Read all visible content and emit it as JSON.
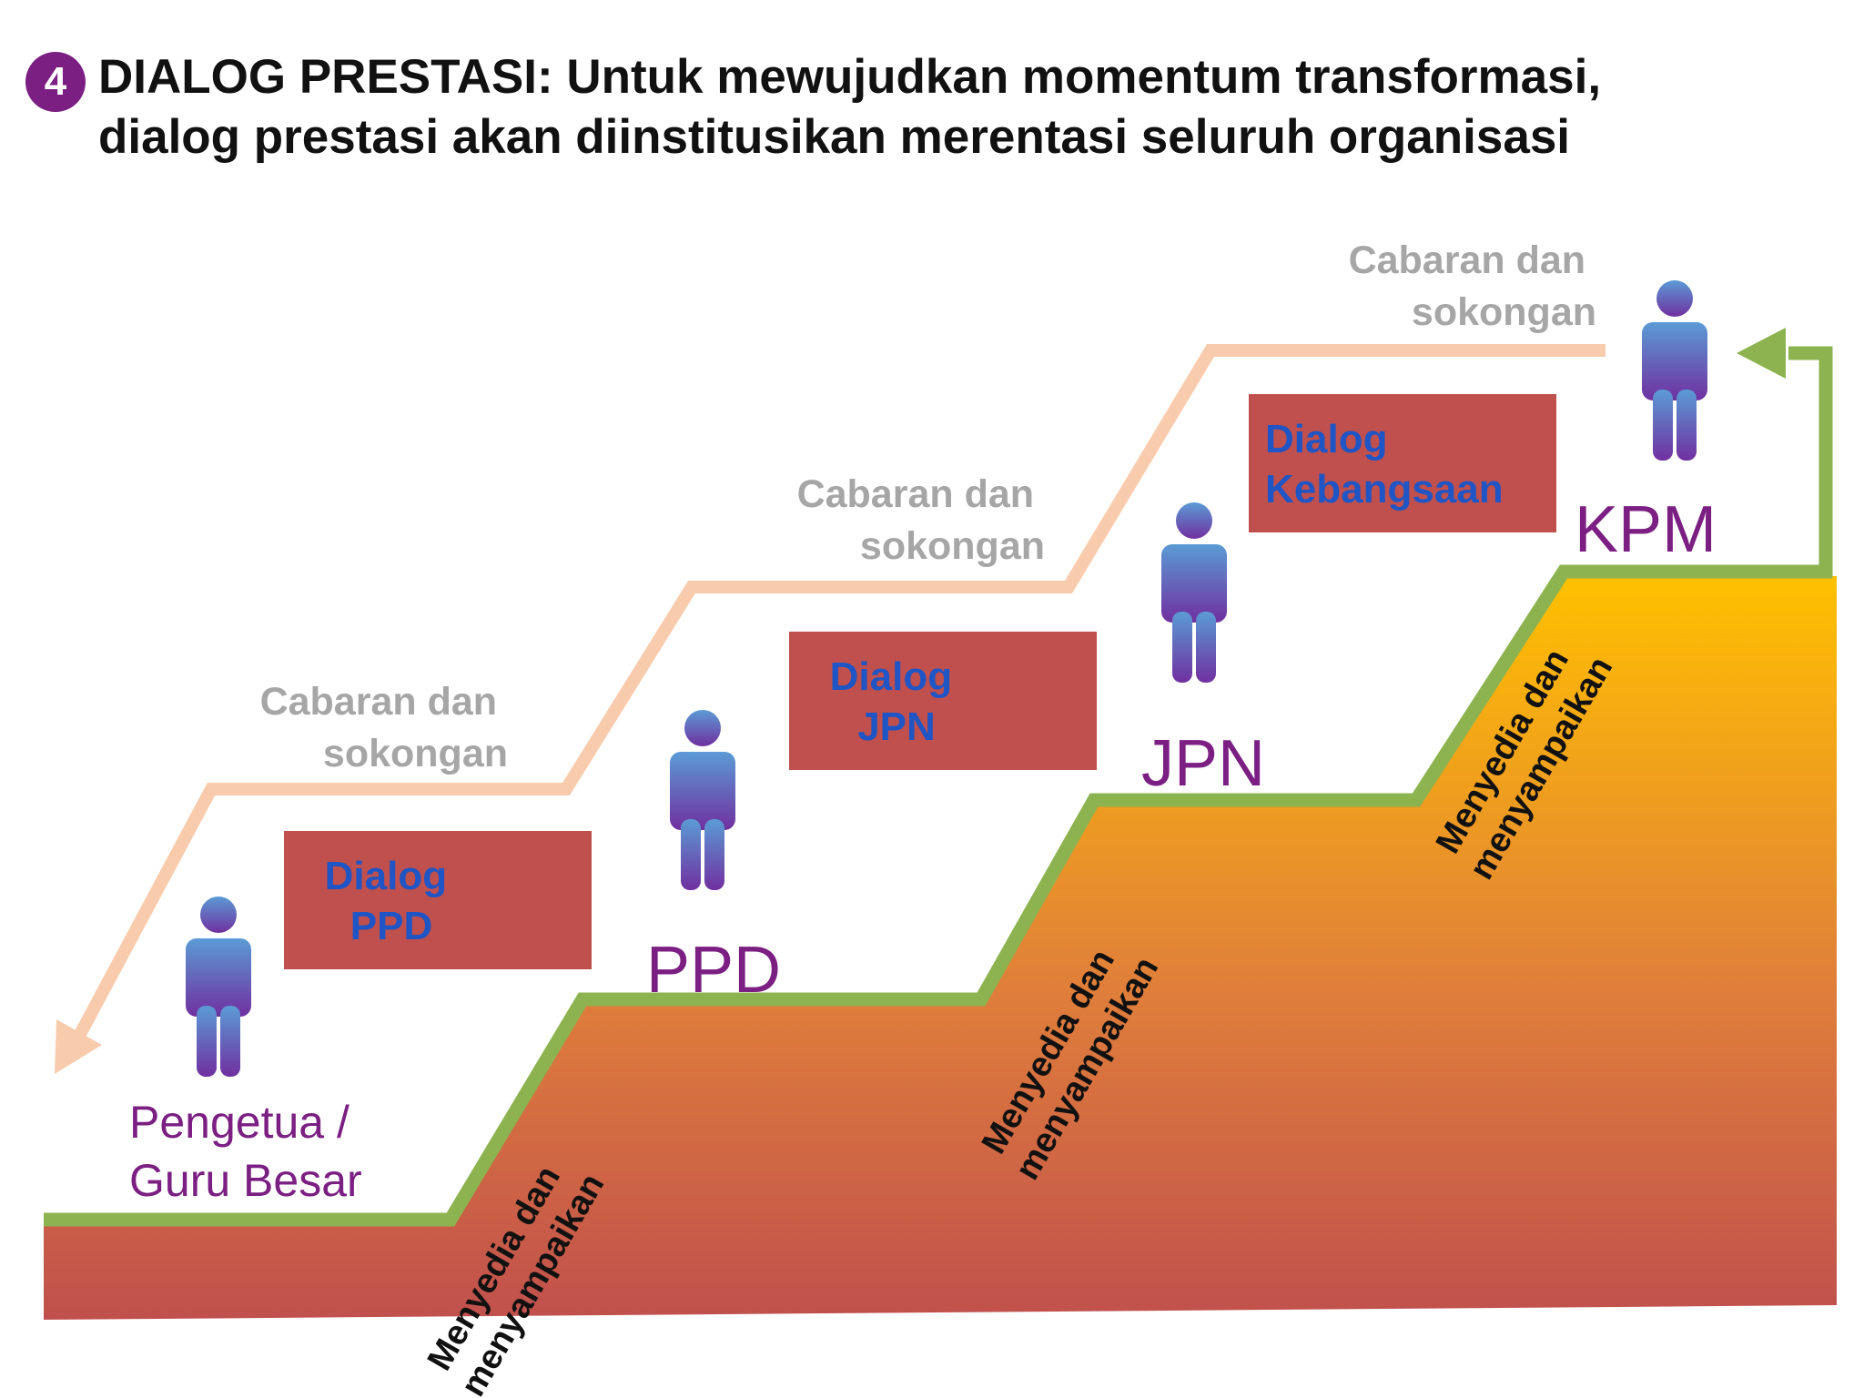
{
  "header": {
    "number": "4",
    "line1": "DIALOG PRESTASI: Untuk mewujudkan momentum transformasi,",
    "line2": "dialog prestasi akan diinstitusikan merentasi seluruh organisasi"
  },
  "levels": [
    {
      "label_lines": [
        "Pengetua /",
        "Guru Besar"
      ]
    },
    {
      "label_lines": [
        "PPD"
      ]
    },
    {
      "label_lines": [
        "JPN"
      ]
    },
    {
      "label_lines": [
        "KPM"
      ]
    }
  ],
  "dialog_boxes": [
    {
      "lines": [
        "Dialog",
        "PPD"
      ]
    },
    {
      "lines": [
        "Dialog",
        "JPN"
      ]
    },
    {
      "lines": [
        "Dialog",
        "Kebangsaan"
      ]
    }
  ],
  "support_labels": [
    {
      "lines": [
        "Cabaran dan",
        "sokongan"
      ]
    },
    {
      "lines": [
        "Cabaran dan",
        "sokongan"
      ]
    },
    {
      "lines": [
        "Cabaran dan",
        "sokongan"
      ]
    }
  ],
  "slope_labels": [
    {
      "lines": [
        "Menyedia dan",
        "menyampaikan"
      ]
    },
    {
      "lines": [
        "Menyedia dan",
        "menyampaikan"
      ]
    },
    {
      "lines": [
        "Menyedia dan",
        "menyampaikan"
      ]
    }
  ],
  "colors": {
    "title": "#111111",
    "badge": "#7b1f83",
    "level_label": "#7b1f83",
    "dialog_box": "#c0504d",
    "dialog_text": "#1f55c4",
    "support_text": "#a6a6a6",
    "peach_path": "#f8cbad",
    "green_path": "#8cb34f",
    "stairs_top": "#ffc000",
    "stairs_bottom": "#c0504d",
    "figure_top": "#5b9bd5",
    "figure_bottom": "#7030a0"
  }
}
